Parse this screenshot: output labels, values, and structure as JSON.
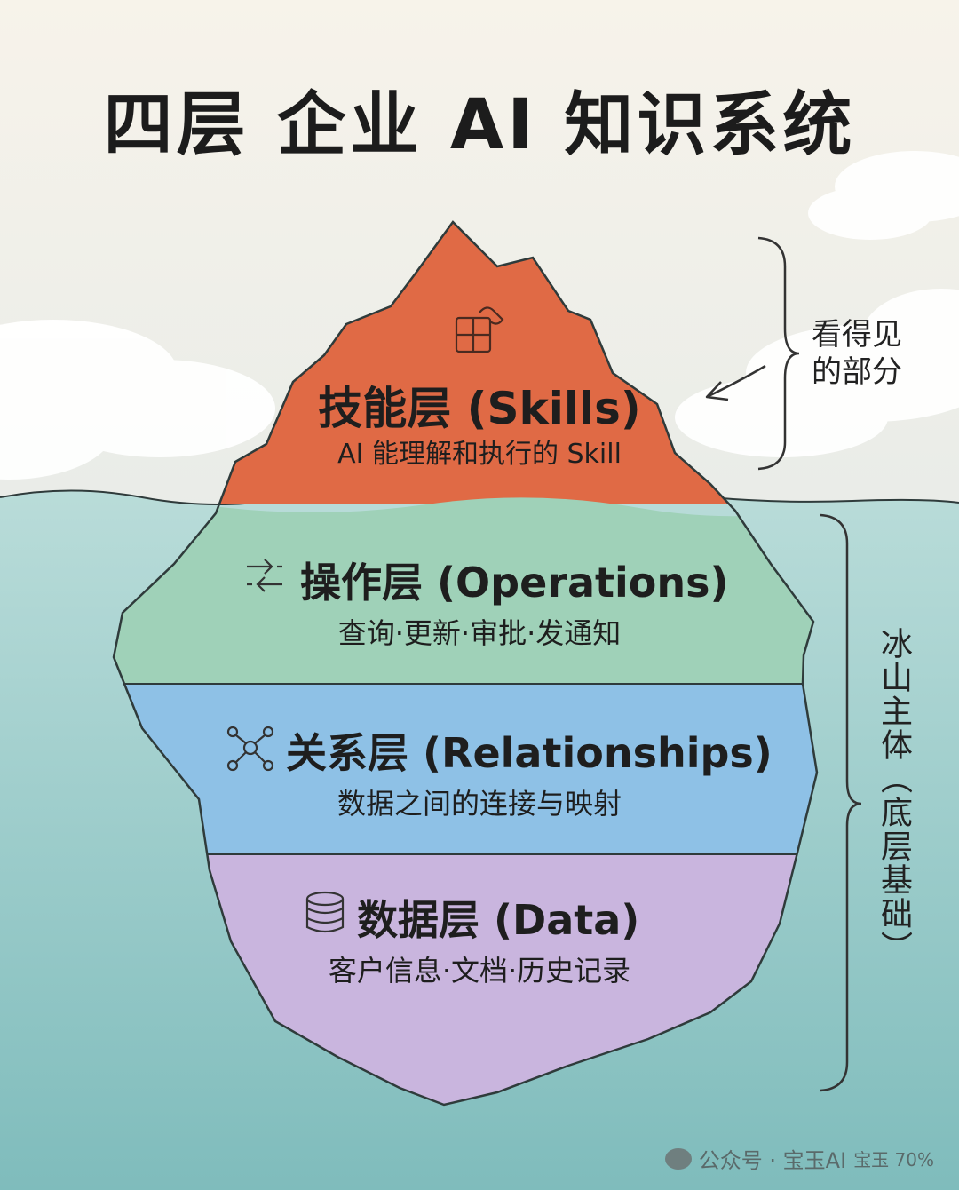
{
  "title": "四层 企业 AI 知识系统",
  "layers": [
    {
      "name": "技能层 (Skills)",
      "desc": "AI 能理解和执行的 Skill",
      "icon": "puzzle-icon",
      "color": "#e06a45"
    },
    {
      "name": "操作层 (Operations)",
      "desc": "查询·更新·审批·发通知",
      "icon": "swap-arrows-icon",
      "color": "#9fd1b8"
    },
    {
      "name": "关系层 (Relationships)",
      "desc": "数据之间的连接与映射",
      "icon": "network-icon",
      "color": "#8ec1e6"
    },
    {
      "name": "数据层 (Data)",
      "desc": "客户信息·文档·历史记录",
      "icon": "database-icon",
      "color": "#c9b5de"
    }
  ],
  "annotations": {
    "visible": "看得见\n的部分",
    "hidden": "冰山主体（底层基础）"
  },
  "watermark": {
    "text": "公众号 · 宝玉AI",
    "extra": "宝玉 70%"
  }
}
